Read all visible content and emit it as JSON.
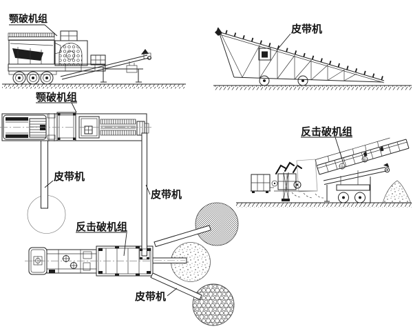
{
  "canvas": {
    "background": "#ffffff",
    "line_color": "#222222",
    "text_color": "#141414"
  },
  "labels": {
    "jaw_unit_side": "颚破机组",
    "incline_belt": "皮带机",
    "jaw_unit_plan": "颚破机组",
    "belt_left": "皮带机",
    "belt_middle": "皮带机",
    "impact_unit_side": "反击破机组",
    "impact_unit_plan": "反击破机组",
    "belt_bottom": "皮带机"
  }
}
